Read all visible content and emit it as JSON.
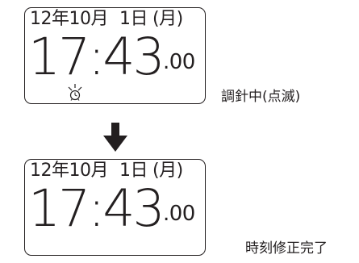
{
  "steps": [
    {
      "display": {
        "date": {
          "year": "12年",
          "month": "10月",
          "day": "1日",
          "weekday": "(月)"
        },
        "time_hm": "17:43",
        "time_sec": ".00",
        "indicator_icon": "alarm-clock-blinking-icon"
      },
      "caption": "調針中(点滅)"
    },
    {
      "display": {
        "date": {
          "year": "12年",
          "month": "10月",
          "day": "1日",
          "weekday": "(月)"
        },
        "time_hm": "17:43",
        "time_sec": ".00"
      },
      "caption": "時刻修正完了"
    }
  ],
  "transition_icon": "down-arrow-icon",
  "colors": {
    "ink": "#231f20",
    "background": "#ffffff"
  }
}
